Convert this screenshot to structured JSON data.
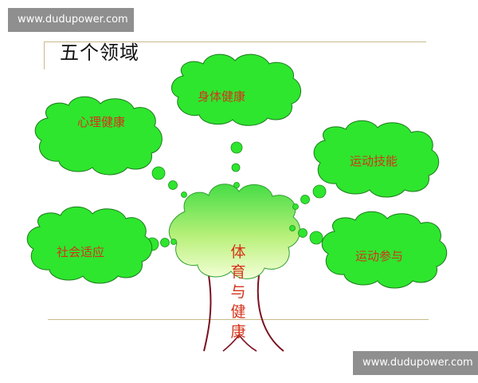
{
  "watermark": {
    "top": "www.dudupower.com",
    "bottom": "www.dudupower.com"
  },
  "title": "五个领域",
  "clouds": [
    {
      "label": "身体健康"
    },
    {
      "label": "心理健康"
    },
    {
      "label": "运动技能"
    },
    {
      "label": "社会适应"
    },
    {
      "label": "运动参与"
    }
  ],
  "tree": {
    "chars": [
      "体",
      "育",
      "与",
      "健",
      "康"
    ]
  },
  "colors": {
    "cloud_fill": "#2ee62e",
    "cloud_stroke": "#1a7a1a",
    "canopy_top": "#4fe04f",
    "canopy_bottom": "#f2ffd0",
    "text": "#d4331b",
    "trunk": "#7a1020"
  }
}
